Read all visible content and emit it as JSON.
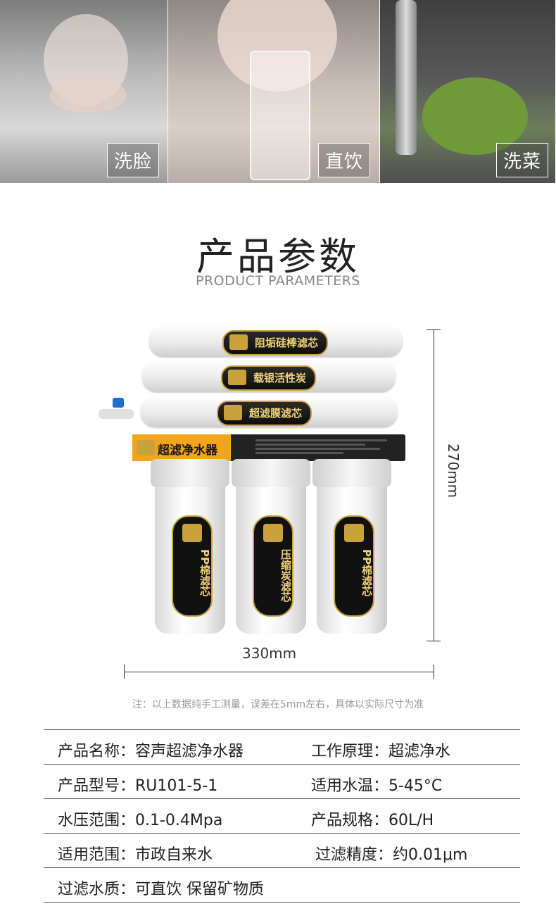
{
  "usage": [
    {
      "label": "洗脸"
    },
    {
      "label": "直饮"
    },
    {
      "label": "洗菜"
    }
  ],
  "section": {
    "title": "产品参数",
    "subtitle": "PRODUCT PARAMETERS"
  },
  "product": {
    "cartridges": [
      "阻垢硅棒滤芯",
      "载银活性炭",
      "超滤膜滤芯"
    ],
    "bracket_name": "超滤净水器",
    "vessels": [
      "PP棉滤芯",
      "压缩炭滤芯",
      "PP棉滤芯"
    ],
    "height_label": "270mm",
    "width_label": "330mm"
  },
  "note": "注：以上数据纯手工测量，误差在5mm左右，具体以实际尺寸为准",
  "specs": [
    [
      "产品名称：容声超滤净水器",
      "工作原理：超滤净水"
    ],
    [
      "产品型号：RU101-5-1",
      "适用水温：5-45°C"
    ],
    [
      "水压范围：0.1-0.4Mpa",
      "产品规格：60L/H"
    ],
    [
      "适用范围：市政自来水",
      "过滤精度：约0.01μm"
    ],
    [
      "过滤水质：可直饮  保留矿物质",
      ""
    ]
  ]
}
